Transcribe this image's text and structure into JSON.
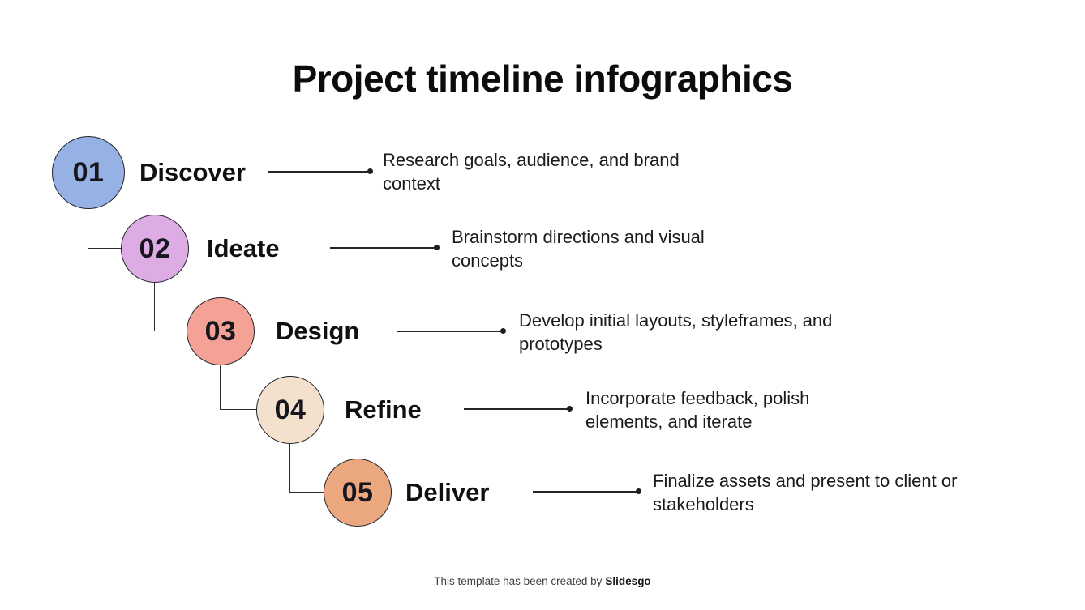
{
  "title": "Project timeline infographics",
  "steps": [
    {
      "number": "01",
      "label": "Discover",
      "description": "Research goals, audience, and brand context",
      "color": "#96b1e4"
    },
    {
      "number": "02",
      "label": "Ideate",
      "description": "Brainstorm directions and visual concepts",
      "color": "#ddace4"
    },
    {
      "number": "03",
      "label": "Design",
      "description": "Develop initial layouts, styleframes, and prototypes",
      "color": "#f5a296"
    },
    {
      "number": "04",
      "label": "Refine",
      "description": "Incorporate feedback, polish elements, and iterate",
      "color": "#f3e1cd"
    },
    {
      "number": "05",
      "label": "Deliver",
      "description": "Finalize assets and present to client or stakeholders",
      "color": "#eba87e"
    }
  ],
  "footer": {
    "text": "This template has been created by",
    "brand": "Slidesgo"
  }
}
